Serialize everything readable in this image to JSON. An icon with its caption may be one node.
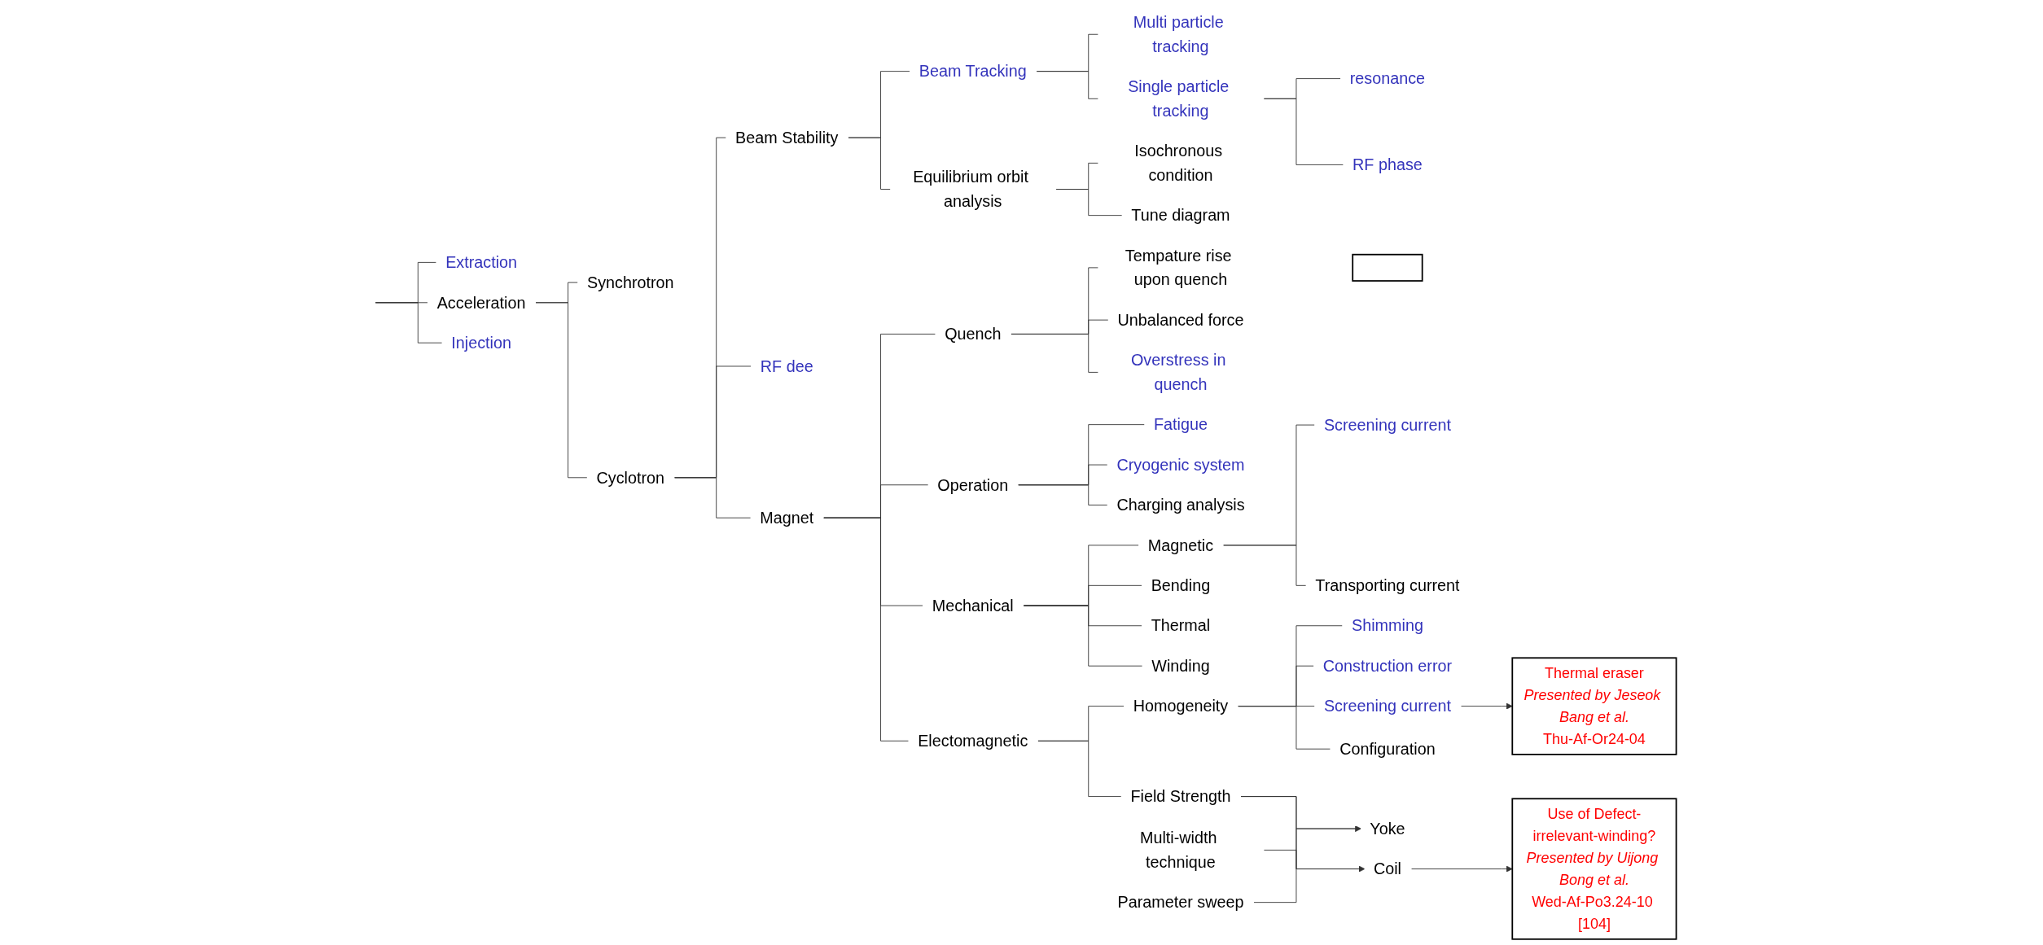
{
  "diagram": {
    "nodes": [
      {
        "text": [
          "Injection"
        ]
      },
      {
        "text": [
          "Acceleration"
        ]
      },
      {
        "text": [
          "Extraction"
        ]
      },
      {
        "text": [
          "Cyclotron"
        ]
      },
      {
        "text": [
          "Synchrotron"
        ]
      },
      {
        "text": [
          "Beam Stability"
        ]
      },
      {
        "text": [
          "Use of Defect-irrelevant-winding?",
          "Presented by Uijong Bong et al.",
          "Wed-Af-Po3.24-10 [104]"
        ]
      },
      {
        "text": [
          "Equilibrium orbit analysis"
        ]
      },
      {
        "text": [
          "Tune diagram"
        ]
      },
      {
        "text": [
          "Isochronous condition"
        ]
      },
      {
        "text": [
          "Coil"
        ]
      },
      {
        "text": [
          "Multi-width technique"
        ]
      },
      {
        "text": [
          "Magnet"
        ]
      },
      {
        "text": [
          "RF dee"
        ]
      },
      {
        "text": [
          "Beam Tracking"
        ]
      },
      {
        "text": [
          "Field Strength"
        ]
      },
      {
        "text": [
          "Yoke"
        ]
      },
      {
        "text": [
          "Parameter sweep"
        ]
      },
      {
        "text": [
          "Single particle tracking"
        ]
      },
      {
        "text": [
          "Electomagnetic"
        ]
      },
      {
        "text": [
          "Homogeneity"
        ]
      },
      {
        "text": [
          "Configuration"
        ]
      },
      {
        "text": [
          "Thermal eraser",
          "Presented by Jeseok Bang et al.",
          "Thu-Af-Or24-04"
        ]
      },
      {
        "text": [
          "Screening current"
        ]
      },
      {
        "text": [
          "RF phase"
        ]
      },
      {
        "text": [
          "Winding"
        ]
      },
      {
        "text": [
          "Construction error"
        ]
      },
      {
        "text": [
          "resonance"
        ]
      },
      {
        "text": [
          "Thermal"
        ]
      },
      {
        "text": [
          "Mechanical"
        ]
      },
      {
        "text": [
          "Shimming"
        ]
      },
      {
        "text": [
          "Bending"
        ]
      },
      {
        "text": [
          "Magnetic"
        ]
      },
      {
        "text": [
          "Transporting current"
        ]
      },
      {
        "text": [
          "Multi particle tracking"
        ]
      },
      {
        "text": [
          "Screening current"
        ]
      },
      {
        "text": [
          "Overstress in quench"
        ]
      },
      {
        "text": [
          "Charging analysis"
        ]
      },
      {
        "text": [
          "Operation"
        ]
      },
      {
        "text": [
          "Cryogenic system"
        ]
      },
      {
        "text": [
          "Unbalanced force"
        ]
      },
      {
        "text": [
          "Fatigue"
        ]
      },
      {
        "text": [
          "Quench"
        ]
      },
      {
        "text": [
          "Tempature rise upon quench"
        ]
      },
      {
        "text": [],
        "shape": "box"
      }
    ],
    "edges": [
      {
        "from": null,
        "to": 0,
        "arrow": "none"
      },
      {
        "from": null,
        "to": 1,
        "arrow": "none"
      },
      {
        "from": null,
        "to": 2,
        "arrow": "none"
      },
      {
        "from": 1,
        "to": 3,
        "arrow": "none"
      },
      {
        "from": 1,
        "to": 4,
        "arrow": "none"
      },
      {
        "from": 3,
        "to": 12,
        "arrow": "none"
      },
      {
        "from": 3,
        "to": 13,
        "arrow": "none"
      },
      {
        "from": 3,
        "to": 5,
        "arrow": "none"
      },
      {
        "from": 5,
        "to": 7,
        "arrow": "none"
      },
      {
        "from": 5,
        "to": 14,
        "arrow": "none"
      },
      {
        "from": 7,
        "to": 8,
        "arrow": "none"
      },
      {
        "from": 7,
        "to": 9,
        "arrow": "none"
      },
      {
        "from": 14,
        "to": 18,
        "arrow": "none"
      },
      {
        "from": 14,
        "to": 34,
        "arrow": "none"
      },
      {
        "from": 18,
        "to": 24,
        "arrow": "none"
      },
      {
        "from": 18,
        "to": 27,
        "arrow": "none"
      },
      {
        "from": 12,
        "to": 19,
        "arrow": "none"
      },
      {
        "from": 12,
        "to": 29,
        "arrow": "none"
      },
      {
        "from": 12,
        "to": 38,
        "arrow": "none"
      },
      {
        "from": 12,
        "to": 42,
        "arrow": "none"
      },
      {
        "from": 19,
        "to": 15,
        "arrow": "none"
      },
      {
        "from": 19,
        "to": 20,
        "arrow": "none"
      },
      {
        "from": 15,
        "to": 10,
        "arrow": "none"
      },
      {
        "from": 15,
        "to": 16,
        "arrow": "none"
      },
      {
        "from": 11,
        "to": 10,
        "arrow": "to"
      },
      {
        "from": 17,
        "to": 16,
        "arrow": "to"
      },
      {
        "from": 10,
        "to": 6,
        "arrow": "to"
      },
      {
        "from": 20,
        "to": 21,
        "arrow": "none"
      },
      {
        "from": 20,
        "to": 23,
        "arrow": "none"
      },
      {
        "from": 20,
        "to": 26,
        "arrow": "none"
      },
      {
        "from": 20,
        "to": 30,
        "arrow": "none"
      },
      {
        "from": 23,
        "to": 22,
        "arrow": "to"
      },
      {
        "from": 29,
        "to": 25,
        "arrow": "none"
      },
      {
        "from": 29,
        "to": 28,
        "arrow": "none"
      },
      {
        "from": 29,
        "to": 31,
        "arrow": "none"
      },
      {
        "from": 29,
        "to": 32,
        "arrow": "none"
      },
      {
        "from": 32,
        "to": 33,
        "arrow": "none"
      },
      {
        "from": 32,
        "to": 35,
        "arrow": "none"
      },
      {
        "from": 38,
        "to": 37,
        "arrow": "none"
      },
      {
        "from": 38,
        "to": 39,
        "arrow": "none"
      },
      {
        "from": 38,
        "to": 41,
        "arrow": "none"
      },
      {
        "from": 42,
        "to": 36,
        "arrow": "none"
      },
      {
        "from": 42,
        "to": 40,
        "arrow": "none"
      },
      {
        "from": 42,
        "to": 43,
        "arrow": "none"
      }
    ]
  }
}
